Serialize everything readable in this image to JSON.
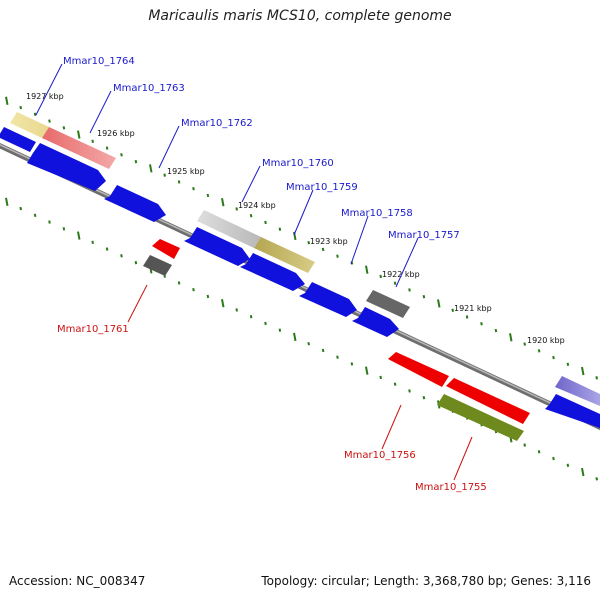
{
  "title": "Maricaulis maris MCS10, complete genome",
  "footer": {
    "accession": "Accession: NC_008347",
    "topology": "Topology: circular; Length: 3,368,780 bp; Genes: 3,116"
  },
  "colors": {
    "label_forward": "#1a1acc",
    "label_reverse": "#cc1111",
    "tick": "#2a7a1a",
    "backbone": "#808080"
  },
  "ticks": [
    {
      "label": "1927 kbp"
    },
    {
      "label": "1926 kbp"
    },
    {
      "label": "1925 kbp"
    },
    {
      "label": "1924 kbp"
    },
    {
      "label": "1923 kbp"
    },
    {
      "label": "1922 kbp"
    },
    {
      "label": "1921 kbp"
    },
    {
      "label": "1920 kbp"
    }
  ],
  "gene_labels": [
    {
      "label": "Mmar10_1764",
      "strand": "forward"
    },
    {
      "label": "Mmar10_1763",
      "strand": "forward"
    },
    {
      "label": "Mmar10_1762",
      "strand": "forward"
    },
    {
      "label": "Mmar10_1760",
      "strand": "forward"
    },
    {
      "label": "Mmar10_1759",
      "strand": "forward"
    },
    {
      "label": "Mmar10_1758",
      "strand": "forward"
    },
    {
      "label": "Mmar10_1757",
      "strand": "forward"
    },
    {
      "label": "Mmar10_1761",
      "strand": "reverse"
    },
    {
      "label": "Mmar10_1756",
      "strand": "reverse"
    },
    {
      "label": "Mmar10_1755",
      "strand": "reverse"
    }
  ]
}
